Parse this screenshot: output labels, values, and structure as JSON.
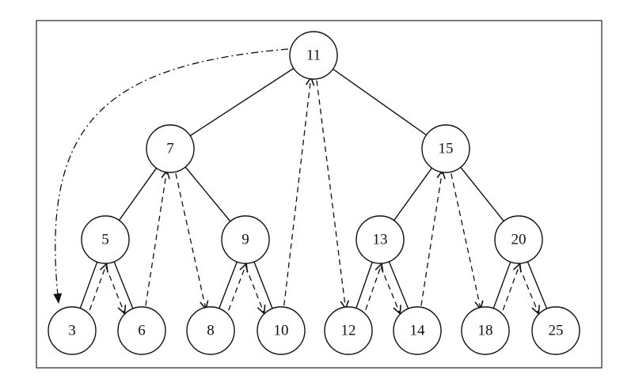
{
  "diagram": {
    "nodes": [
      {
        "id": "n11",
        "label": "11"
      },
      {
        "id": "n7",
        "label": "7"
      },
      {
        "id": "n15",
        "label": "15"
      },
      {
        "id": "n5",
        "label": "5"
      },
      {
        "id": "n9",
        "label": "9"
      },
      {
        "id": "n13",
        "label": "13"
      },
      {
        "id": "n20",
        "label": "20"
      },
      {
        "id": "n3",
        "label": "3"
      },
      {
        "id": "n6",
        "label": "6"
      },
      {
        "id": "n8",
        "label": "8"
      },
      {
        "id": "n10",
        "label": "10"
      },
      {
        "id": "n12",
        "label": "12"
      },
      {
        "id": "n14",
        "label": "14"
      },
      {
        "id": "n18",
        "label": "18"
      },
      {
        "id": "n25",
        "label": "25"
      }
    ],
    "tree_edges": [
      [
        "n11",
        "n7"
      ],
      [
        "n11",
        "n15"
      ],
      [
        "n7",
        "n5"
      ],
      [
        "n7",
        "n9"
      ],
      [
        "n15",
        "n13"
      ],
      [
        "n15",
        "n20"
      ],
      [
        "n5",
        "n3"
      ],
      [
        "n5",
        "n6"
      ],
      [
        "n9",
        "n8"
      ],
      [
        "n9",
        "n10"
      ],
      [
        "n13",
        "n12"
      ],
      [
        "n13",
        "n14"
      ],
      [
        "n20",
        "n18"
      ],
      [
        "n20",
        "n25"
      ]
    ],
    "start_pointer": [
      "n11",
      "n3"
    ],
    "traversal": [
      [
        "n3",
        "n5"
      ],
      [
        "n5",
        "n6"
      ],
      [
        "n6",
        "n7"
      ],
      [
        "n7",
        "n8"
      ],
      [
        "n8",
        "n9"
      ],
      [
        "n9",
        "n10"
      ],
      [
        "n10",
        "n11"
      ],
      [
        "n11",
        "n12"
      ],
      [
        "n12",
        "n13"
      ],
      [
        "n13",
        "n14"
      ],
      [
        "n14",
        "n15"
      ],
      [
        "n15",
        "n18"
      ],
      [
        "n18",
        "n20"
      ],
      [
        "n20",
        "n25"
      ]
    ]
  }
}
